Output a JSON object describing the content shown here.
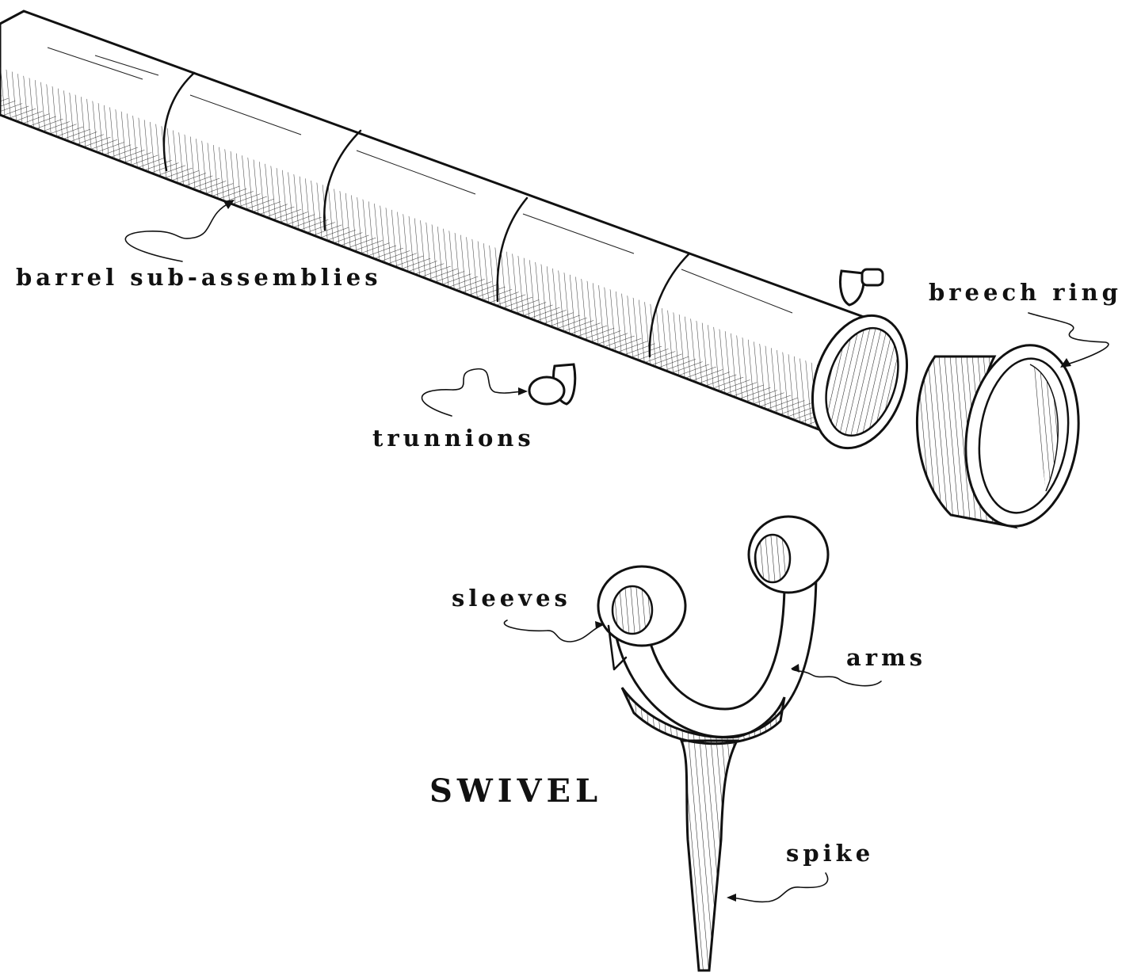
{
  "diagram": {
    "title": "SWIVEL",
    "labels": {
      "barrel": "barrel sub-assemblies",
      "breech_ring": "breech ring",
      "trunnions": "trunnions",
      "sleeves": "sleeves",
      "arms": "arms",
      "spike": "spike"
    },
    "colors": {
      "ink": "#111111",
      "paper": "#ffffff"
    }
  }
}
